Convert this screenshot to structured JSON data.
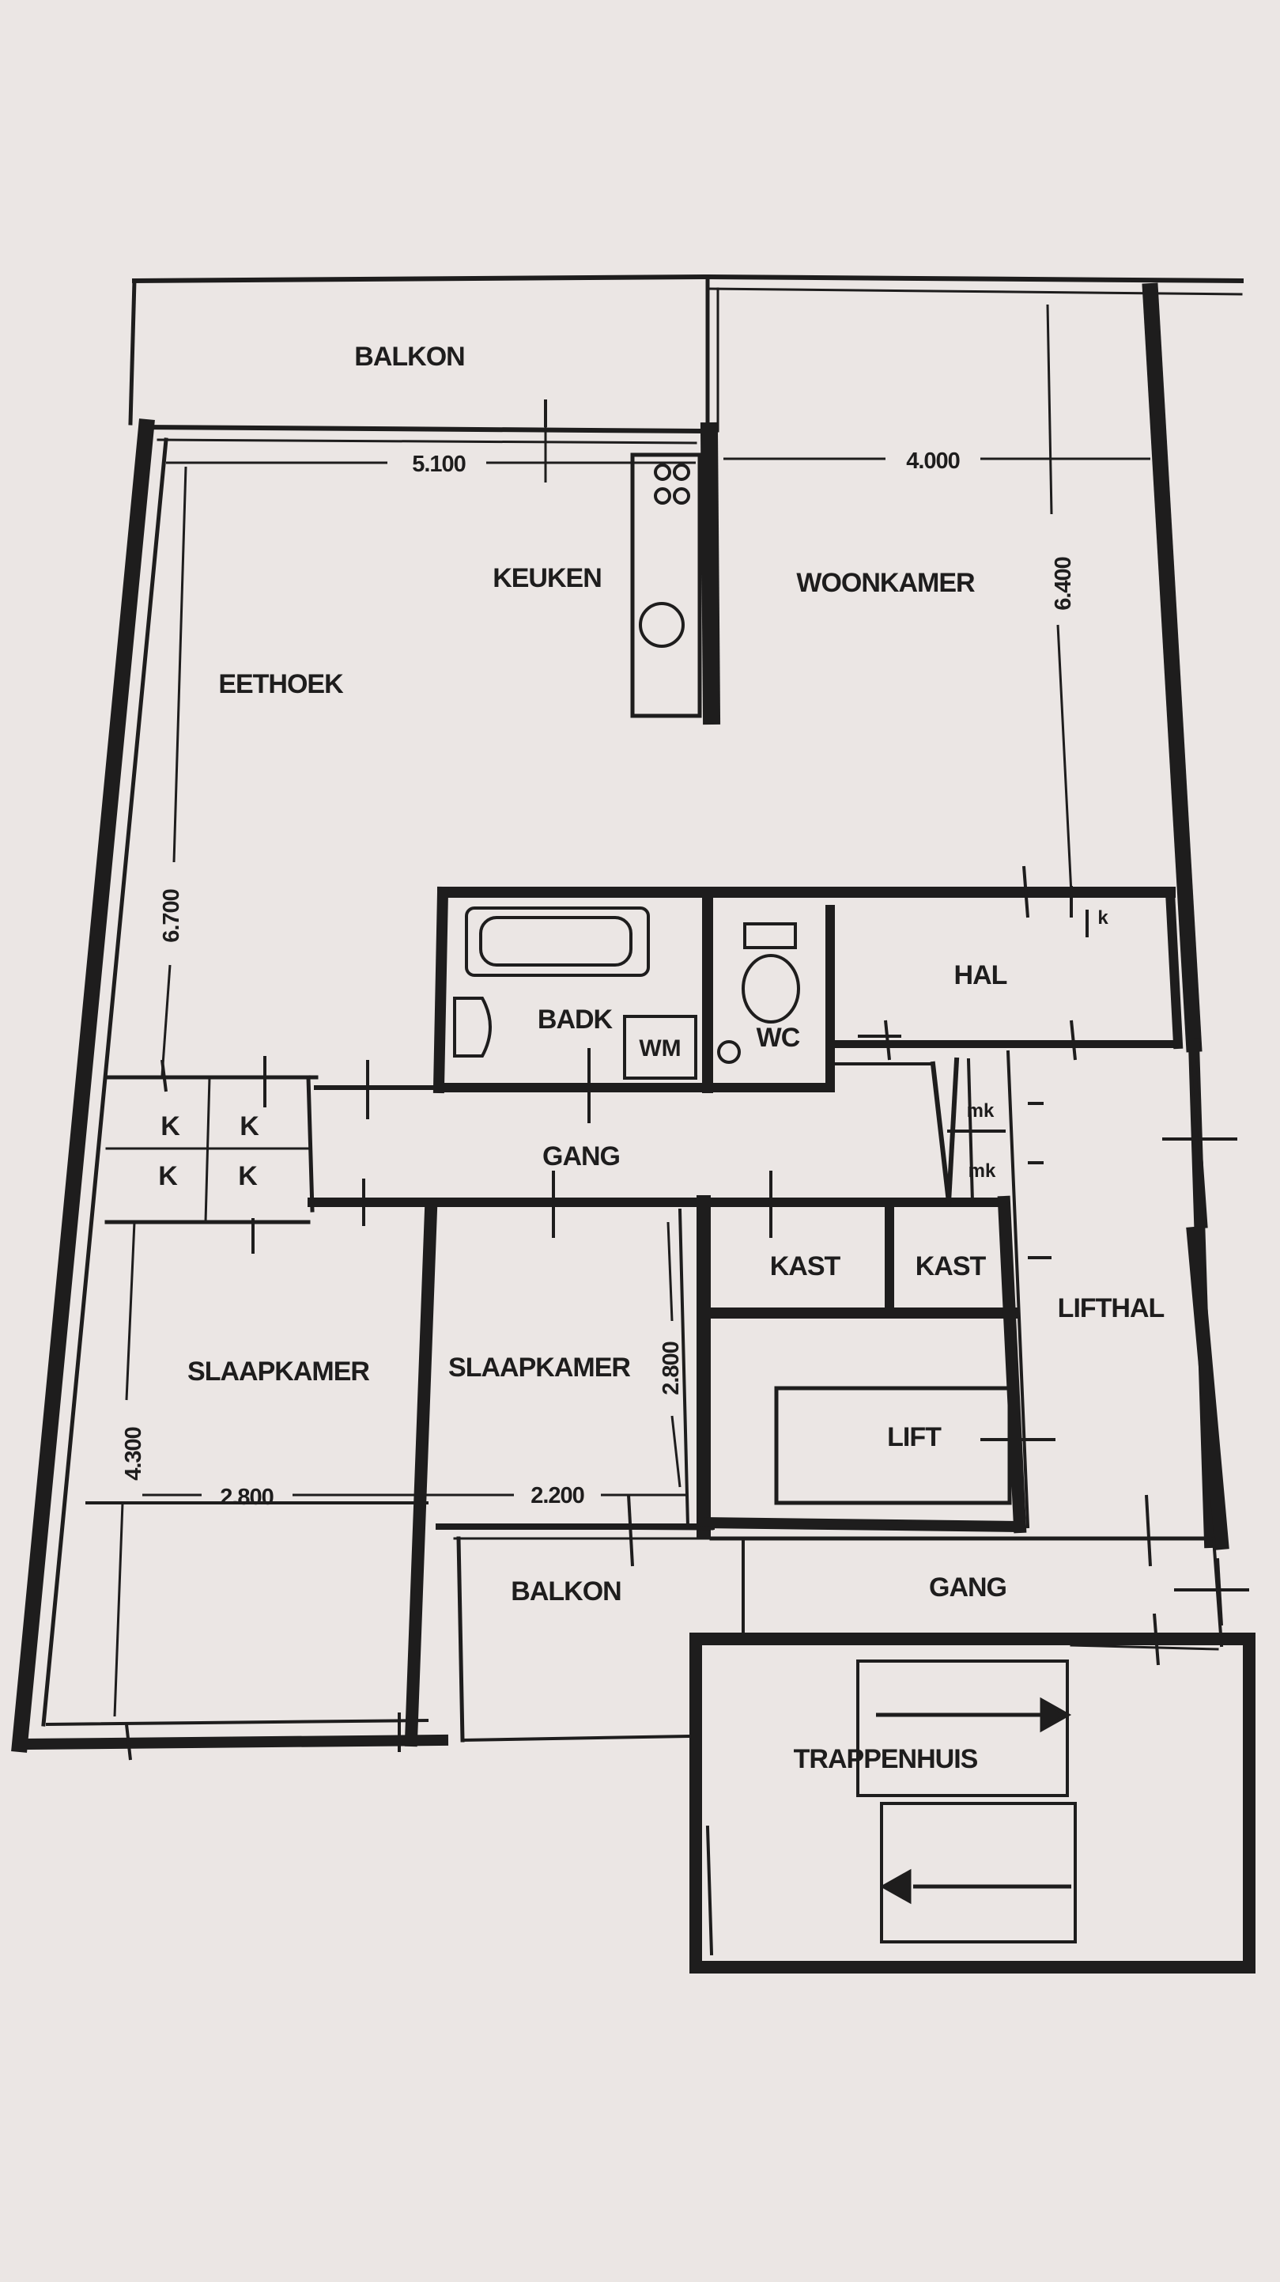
{
  "rooms": {
    "balkon_top": "BALKON",
    "keuken": "KEUKEN",
    "woonkamer": "WOONKAMER",
    "eethoek": "EETHOEK",
    "badk": "BADK",
    "wm": "WM",
    "wc": "WC",
    "hal": "HAL",
    "gang_main": "GANG",
    "slaapkamer_1": "SLAAPKAMER",
    "slaapkamer_2": "SLAAPKAMER",
    "kast_1": "KAST",
    "kast_2": "KAST",
    "lifthal": "LIFTHAL",
    "lift": "LIFT",
    "balkon_bottom": "BALKON",
    "gang_bottom": "GANG",
    "trappenhuis": "TRAPPENHUIS"
  },
  "closets": {
    "k1": "K",
    "k2": "K",
    "k3": "K",
    "k4": "K",
    "mk1": "mk",
    "mk2": "mk",
    "hal_k": "k"
  },
  "dimensions": {
    "eethoek_width": "5.100",
    "woonkamer_width": "4.000",
    "woonkamer_depth": "6.400",
    "eethoek_depth": "6.700",
    "slaapkamer1_depth": "4.300",
    "slaapkamer1_width": "2.800",
    "slaapkamer2_width": "2.200",
    "slaapkamer2_depth": "2.800"
  },
  "colors": {
    "paper": "#ebe6e4",
    "ink": "#1e1d1d"
  }
}
